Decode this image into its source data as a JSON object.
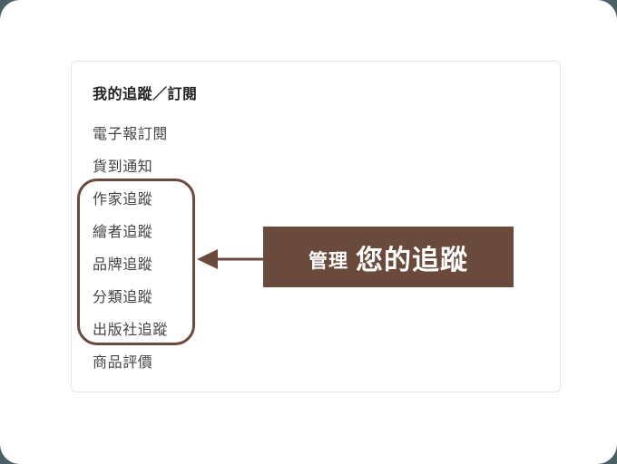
{
  "panel": {
    "title": "我的追蹤／訂閱",
    "items": [
      {
        "label": "電子報訂閱"
      },
      {
        "label": "貨到通知"
      },
      {
        "label": "作家追蹤"
      },
      {
        "label": "繪者追蹤"
      },
      {
        "label": "品牌追蹤"
      },
      {
        "label": "分類追蹤"
      },
      {
        "label": "出版社追蹤"
      },
      {
        "label": "商品評價"
      }
    ]
  },
  "annotation": {
    "label_small": "管理",
    "label_big": "您的追蹤",
    "color": "#6a4a3c"
  }
}
